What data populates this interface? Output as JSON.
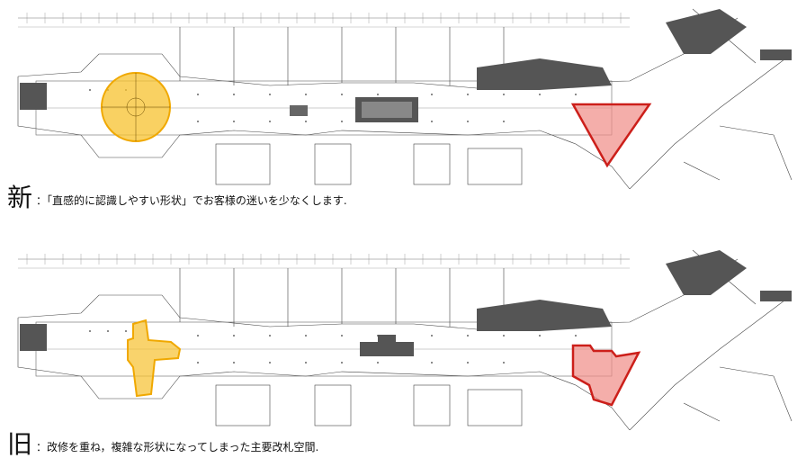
{
  "new_plan": {
    "heading": "新",
    "description": "：「直感的に認識しやすい形状」でお客様の迷いを少なくします.",
    "colors": {
      "left_gate": "#f5b400",
      "right_gate": "#e0443e",
      "gate_fill_left": "#f7c12e",
      "gate_fill_right": "#f08c86"
    },
    "left_gate_shape": "circle",
    "right_gate_shape": "triangle"
  },
  "old_plan": {
    "heading": "旧",
    "description": "：改修を重ね，複雑な形状になってしまった主要改札空間.",
    "colors": {
      "left_gate": "#f5b400",
      "right_gate": "#e0443e",
      "gate_fill_left": "#f7c12e",
      "gate_fill_right": "#f08c86"
    },
    "left_gate_shape": "irregular-cross",
    "right_gate_shape": "irregular-polygon"
  }
}
